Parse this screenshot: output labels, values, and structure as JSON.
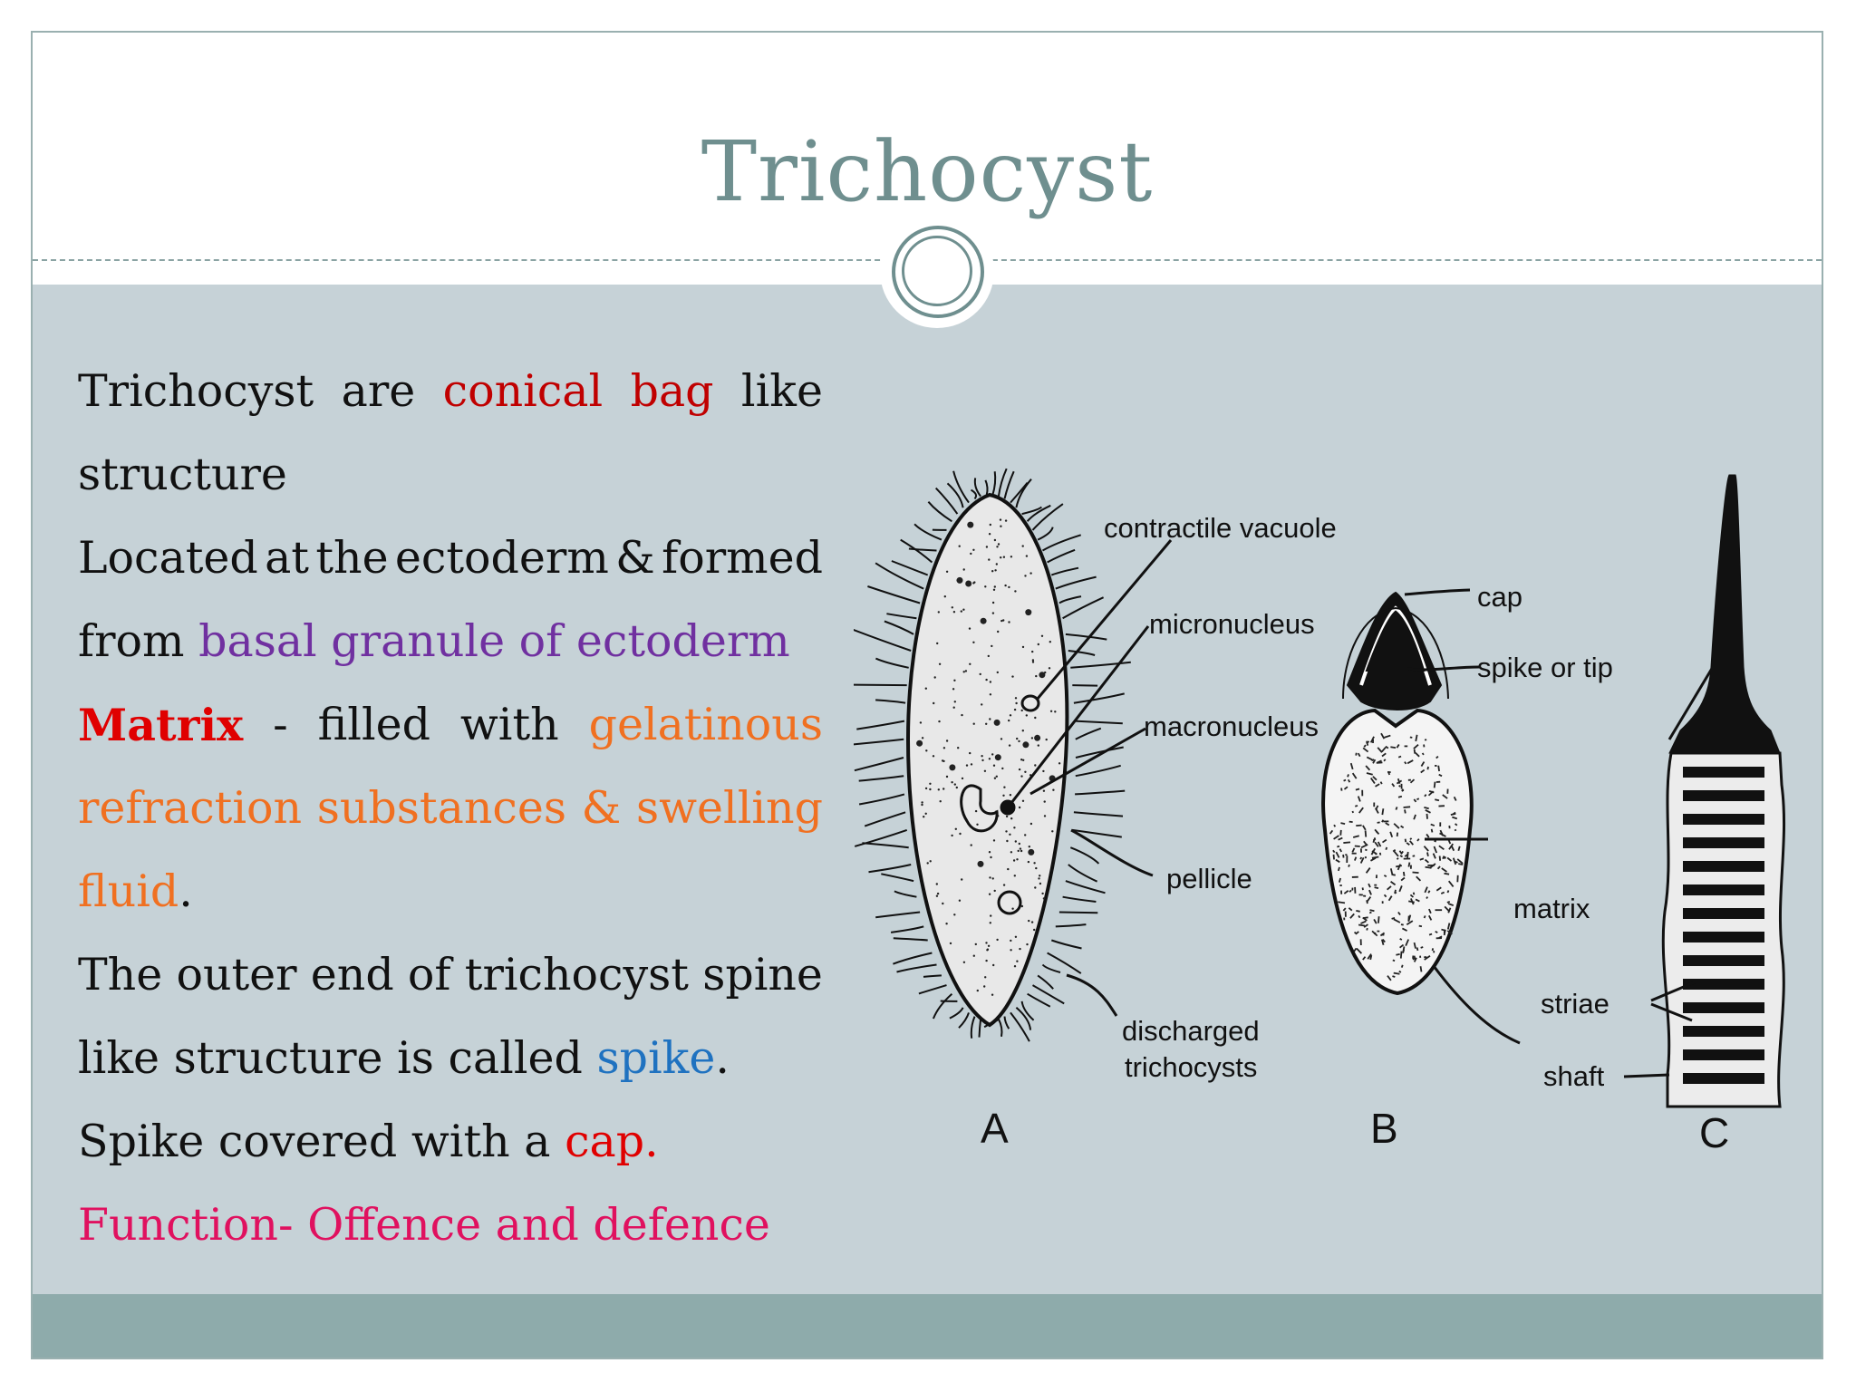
{
  "slide": {
    "title": "Trichocyst",
    "colors": {
      "title": "#6f8f8f",
      "body_background": "#c6d2d7",
      "footer_band": "#8eabab",
      "red": "#c00000",
      "purple": "#7030a0",
      "orange": "#f07021",
      "blue": "#1f72c0",
      "pink": "#e0115f"
    }
  },
  "text": {
    "p1": {
      "w1": "Trichocyst",
      "w2": "are",
      "w3": "conical",
      "w4": "bag",
      "w5": "like",
      "line2": "structure"
    },
    "p2": {
      "w1": "Located",
      "w2": "at",
      "w3": "the",
      "w4": "ectoderm",
      "w5": "&",
      "w6": "formed",
      "line2_a": "from ",
      "line2_b": "basal granule of ectoderm"
    },
    "p3": {
      "w1": "Matrix",
      "w2": "-",
      "w3": "filled",
      "w4": "with",
      "w5": "gelatinous",
      "l2w1": "refraction",
      "l2w2": "substances",
      "l2w3": "&",
      "l2w4": "swelling",
      "line3_a": "fluid",
      "line3_b": "."
    },
    "p4": {
      "w1": "The",
      "w2": "outer",
      "w3": "end",
      "w4": "of",
      "w5": "trichocyst",
      "w6": "spine",
      "line2_a": "like structure is called ",
      "line2_b": "spike",
      "line2_c": "."
    },
    "p5": {
      "a": "Spike covered with a ",
      "b": "cap."
    },
    "p6": "Function- Offence and defence"
  },
  "figure": {
    "labels": {
      "contractile_vacuole": "contractile vacuole",
      "micronucleus": "micronucleus",
      "macronucleus": "macronucleus",
      "pellicle": "pellicle",
      "discharged_1": "discharged",
      "discharged_2": "trichocysts",
      "cap": "cap",
      "spike_or_tip": "spike or tip",
      "matrix": "matrix",
      "striae": "striae",
      "shaft": "shaft"
    },
    "panels": {
      "a": "A",
      "b": "B",
      "c": "C"
    }
  }
}
